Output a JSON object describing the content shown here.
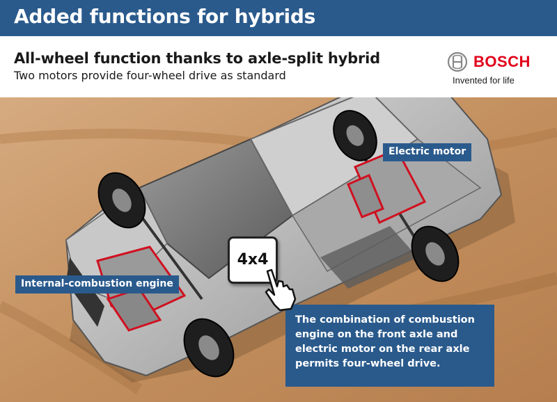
{
  "header": {
    "title": "Added functions for hybrids",
    "headline": "All-wheel function thanks to axle-split hybrid",
    "subhead": "Two motors provide four-wheel drive as standard"
  },
  "logo": {
    "brand": "BOSCH",
    "slogan": "Invented for life"
  },
  "labels": {
    "electric_motor": "Electric motor",
    "combustion_engine": "Internal-combustion engine",
    "note": "The combination of combustion engine on the front axle and electric motor on the rear axle permits four-wheel drive."
  },
  "badge": {
    "text": "4x4"
  },
  "colors": {
    "title_bar": "#2a5a8c",
    "label_bg": "#2a5a8c",
    "brand_red": "#e2001a",
    "highlight_red": "#d01020",
    "sand": "#c9986a"
  },
  "icons": [
    "bosch-armature-icon",
    "pointing-hand-icon"
  ]
}
